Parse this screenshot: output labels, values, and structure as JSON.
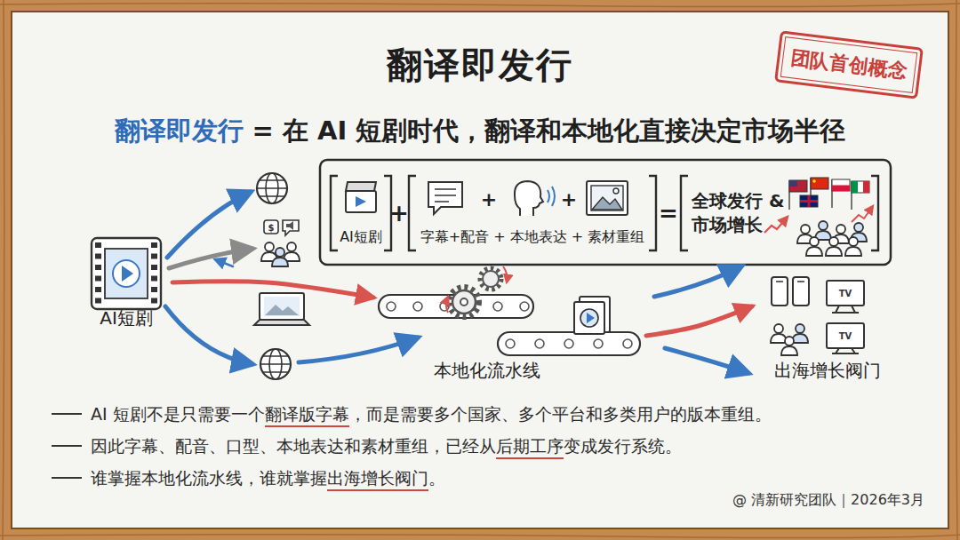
{
  "diagram": {
    "title": "翻译即发行",
    "nodes": [
      {
        "text": [
          "团队首创概念"
        ]
      },
      {
        "text": [
          "AI短剧"
        ]
      },
      {
        "text": [
          "字幕+配音 + 本地表达 + 素材重组"
        ]
      },
      {
        "text": [
          "全球发行 & 市场增长"
        ]
      },
      {
        "text": [
          "AI短剧"
        ]
      },
      {
        "text": [
          "本地化流水线"
        ]
      },
      {
        "text": [
          "出海增长阀门"
        ]
      }
    ],
    "edges": [
      {
        "from": 4,
        "to": 5,
        "arrow": "to"
      },
      {
        "from": 5,
        "to": 6,
        "arrow": "to"
      }
    ],
    "labels": [
      "翻译即发行",
      "= 在 AI 短剧时代，翻译和本地化直接决定市场半径",
      "+",
      "+",
      "+",
      "=",
      "$",
      "TV",
      "TV",
      "AI 短剧不是只需要一个",
      "翻译版字幕",
      "，而是需要多个国家、多个平台和多类用户的版本重组。",
      "因此字幕、配音、口型、本地表达和素材重组，已经从",
      "后期工序",
      "变成发行系统。",
      "谁掌握本地化流水线，谁就掌握",
      "出海增长阀门",
      "。",
      "@ 清新研究团队｜2026年3月"
    ]
  }
}
